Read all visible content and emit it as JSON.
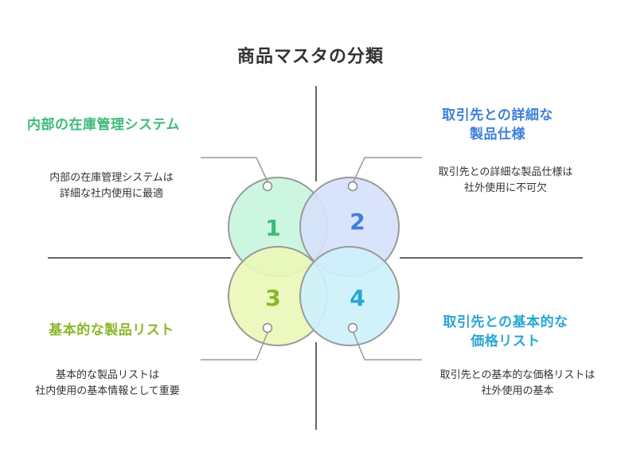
{
  "title": "商品マスタの分類",
  "colors": {
    "green": "#3dbb7a",
    "blue": "#3f7fd9",
    "olive": "#8ab72a",
    "cyan": "#2aa6d3",
    "line": "#333333"
  },
  "quadrants": [
    {
      "number": "1",
      "heading": [
        "内部の在庫管理システム"
      ],
      "description": [
        "内部の在庫管理システムは",
        "詳細な社内使用に最適"
      ],
      "fill": "#c8f5dd",
      "color": "#3dbb7a"
    },
    {
      "number": "2",
      "heading": [
        "取引先との詳細な",
        "製品仕様"
      ],
      "description": [
        "取引先との詳細な製品仕様は",
        "社外使用に不可欠"
      ],
      "fill": "#d6e1fb",
      "color": "#3f7fd9"
    },
    {
      "number": "3",
      "heading": [
        "基本的な製品リスト"
      ],
      "description": [
        "基本的な製品リストは",
        "社内使用の基本情報として重要"
      ],
      "fill": "#eaf7b8",
      "color": "#8ab72a"
    },
    {
      "number": "4",
      "heading": [
        "取引先との基本的な",
        "価格リスト"
      ],
      "description": [
        "取引先との基本的な価格リストは",
        "社外使用の基本"
      ],
      "fill": "#cdf0fb",
      "color": "#2aa6d3"
    }
  ]
}
